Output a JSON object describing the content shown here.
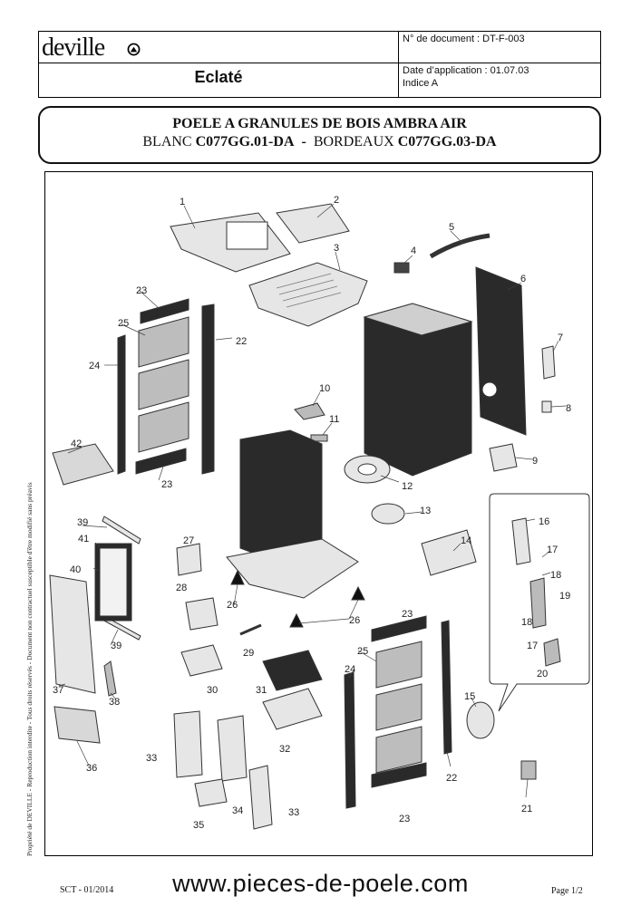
{
  "header": {
    "logo": "deville",
    "title": "Eclaté",
    "doc_no": "N° de document : DT-F-003",
    "date_application": "Date d’application : 01.07.03",
    "indice": "Indice A"
  },
  "product": {
    "line1": "POELE A GRANULES DE BOIS AMBRA AIR",
    "blanc_word": "BLANC",
    "blanc_ref": "C077GG.01-DA",
    "separator": "-",
    "bordeaux_word": "BORDEAUX",
    "bordeaux_ref": "C077GG.03-DA"
  },
  "diagram": {
    "part_numbers": [
      "1",
      "2",
      "3",
      "4",
      "5",
      "6",
      "7",
      "8",
      "9",
      "10",
      "11",
      "12",
      "13",
      "14",
      "15",
      "16",
      "17",
      "17",
      "18",
      "18",
      "19",
      "20",
      "21",
      "22",
      "22",
      "23",
      "23",
      "23",
      "23",
      "24",
      "24",
      "25",
      "25",
      "26",
      "26",
      "27",
      "28",
      "29",
      "30",
      "31",
      "32",
      "33",
      "33",
      "34",
      "35",
      "36",
      "37",
      "38",
      "39",
      "39",
      "40",
      "41",
      "42"
    ]
  },
  "side_note": "Propriété de DEVILLE  -  Reproduction interdite - Tous droits réservés - Document non contractuel susceptible d'être modifié sans préavis",
  "footer": {
    "left": "SCT - 01/2014",
    "url": "www.pieces-de-poele.com",
    "right": "Page 1/2"
  },
  "colors": {
    "part_fill": "#e6e6e6",
    "dark_part": "#2a2a2a",
    "line": "#333333"
  }
}
